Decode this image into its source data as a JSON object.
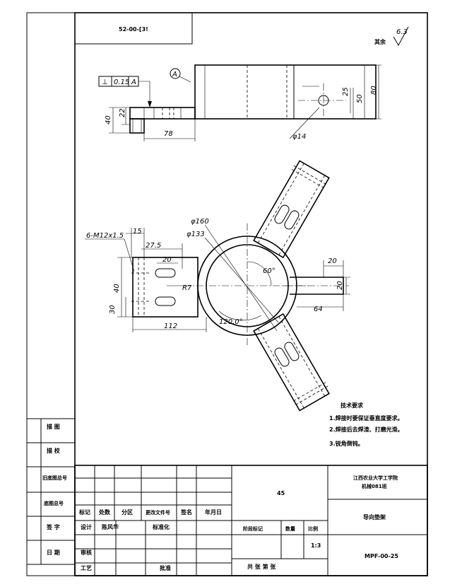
{
  "drawing": {
    "top_left_code": "52-00-[3!",
    "surface_finish": {
      "label": "其余",
      "value": "6.3"
    },
    "tolerance_frame": {
      "symbol": "⊥",
      "value": "0.15",
      "datum": "A"
    },
    "datum_label": "A"
  },
  "dimensions": {
    "front_view": [
      "40",
      "22",
      "78",
      "25",
      "50",
      "80",
      "φ14"
    ],
    "top_view": [
      "6-M12x1.5",
      "15",
      "27.5",
      "φ133",
      "φ160",
      "20",
      "60°",
      "R7",
      "40",
      "30",
      "112",
      "120.0°",
      "20",
      "20",
      "64"
    ]
  },
  "tech_requirements": {
    "title": "技术要求",
    "items": [
      "1.焊接时要保证垂直度要求。",
      "2.焊接后去焊渣、打磨光滑。",
      "3.锐角倒钝。"
    ]
  },
  "left_strip": [
    "描 图",
    "描 校",
    "旧底图总号",
    "底图总号",
    "签 字",
    "日 期"
  ],
  "title_block": {
    "headers": [
      "标记",
      "处数",
      "分区",
      "更改文件号",
      "签名",
      "年月日"
    ],
    "design_row": [
      "设计",
      "陈风华",
      "标准化"
    ],
    "approval_labels": [
      "审核",
      "工艺",
      "批准"
    ],
    "material": "45",
    "org": [
      "江西农业大学工学院",
      "机械081班"
    ],
    "part_name": "导向垫架",
    "stage_labels": [
      "阶段标记",
      "数量",
      "比例"
    ],
    "scale": "1:3",
    "sheet_info": "共 张 第 张",
    "drawing_no": "MPF-00-25"
  }
}
